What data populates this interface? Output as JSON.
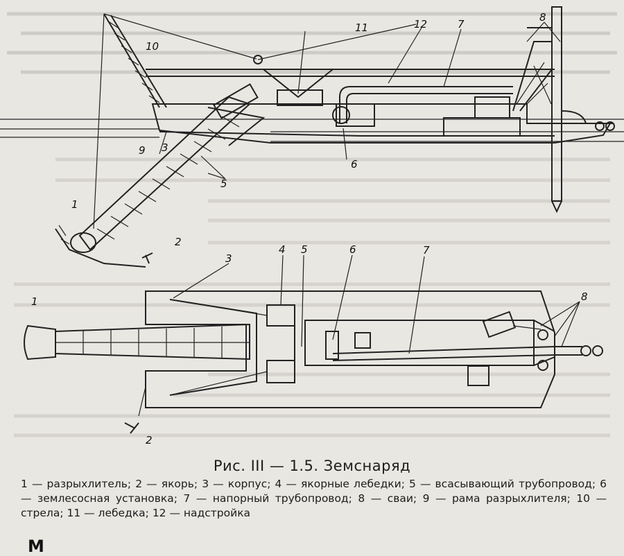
{
  "figure": {
    "labels_top": [
      "1",
      "2",
      "3",
      "5",
      "6",
      "7",
      "8",
      "9",
      "10",
      "11",
      "12"
    ],
    "labels_plan": [
      "1",
      "2",
      "3",
      "4",
      "5",
      "6",
      "7",
      "8"
    ]
  },
  "caption": {
    "title": "Рис. III — 1.5. Земснаряд",
    "legend": "1 — разрыхлитель; 2 — якорь; 3 — корпус; 4 — якорные лебедки; 5 — всасывающий трубопровод; 6 — землесосная установка; 7 — напорный трубопровод; 8 — сваи; 9 — рама разрыхлителя; 10 — стрела; 11 — лебедка; 12 — надстройка"
  },
  "page": {
    "bottom_text": "М"
  }
}
